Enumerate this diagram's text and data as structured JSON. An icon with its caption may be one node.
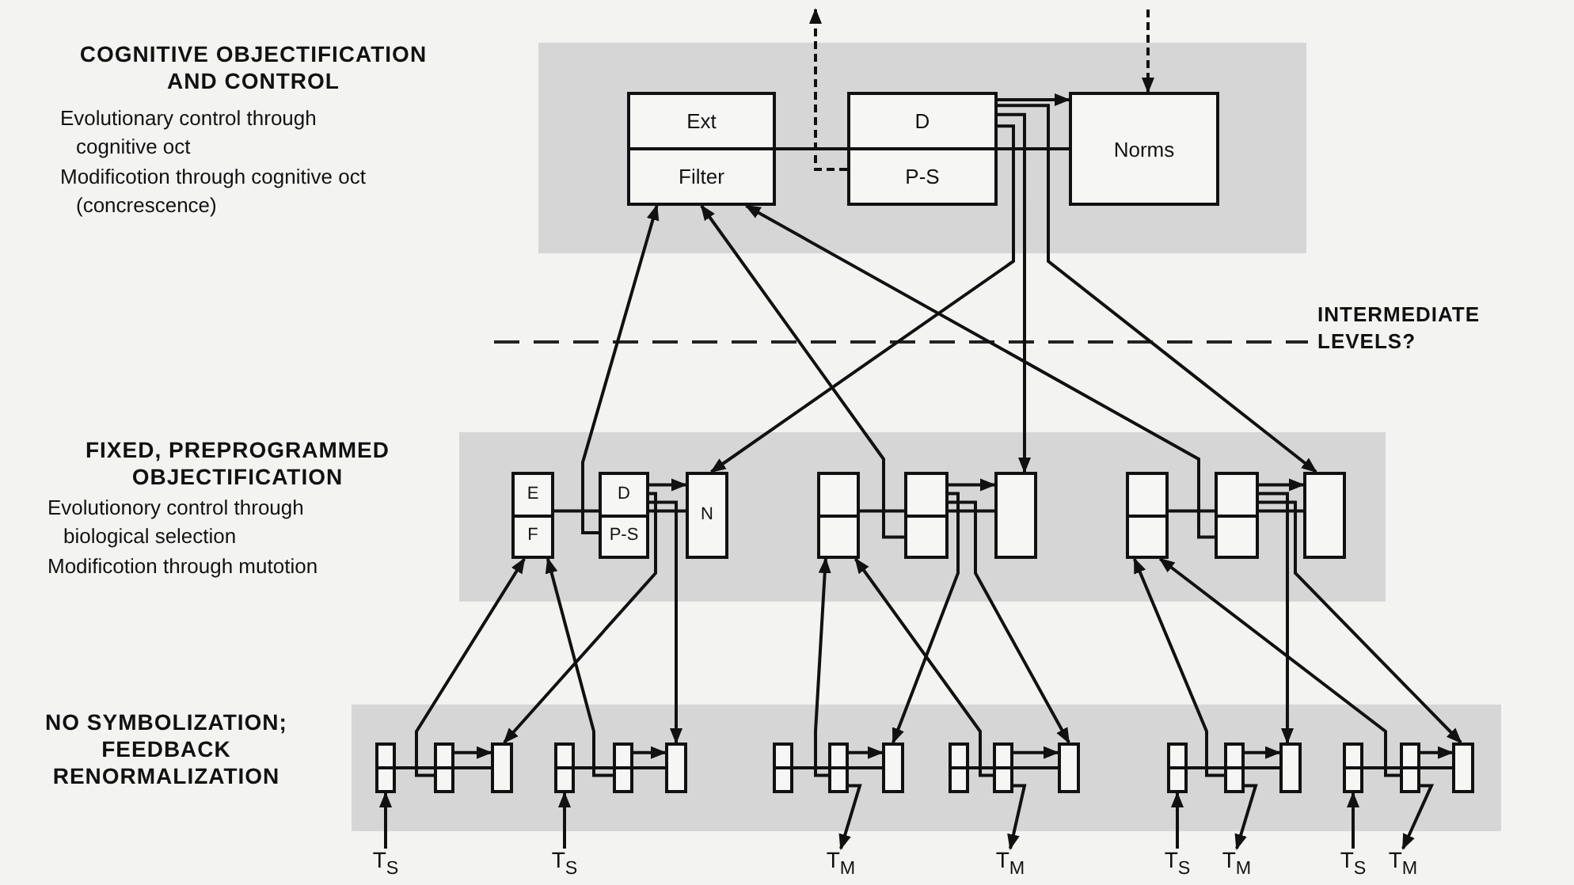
{
  "diagram": {
    "nodes": [
      {
        "text": [],
        "shape": "band",
        "beside": [
          "COGNITIVE OBJECTIFICATION AND CONTROL",
          "Evolutionary control through cognitive oct",
          "Modificotion through cognitive oct (concrescence)"
        ]
      },
      {
        "text": [
          "Ext",
          "Filter"
        ],
        "in": 0
      },
      {
        "text": [
          "D",
          "P-S"
        ],
        "in": 0
      },
      {
        "text": [
          "Norms"
        ],
        "in": 0
      },
      {
        "text": [],
        "shape": "band",
        "beside": [
          "FIXED, PREPROGRAMMED OBJECTIFICATION",
          "Evolutionory control through biological selection",
          "Modificotion through mutotion"
        ]
      },
      {
        "text": [
          "E",
          "F"
        ],
        "in": 4
      },
      {
        "text": [
          "D",
          "P-S"
        ],
        "in": 4
      },
      {
        "text": [
          "N"
        ],
        "in": 4
      },
      {
        "text": [],
        "shape": "box",
        "in": 4
      },
      {
        "text": [],
        "shape": "box",
        "in": 4
      },
      {
        "text": [],
        "shape": "box",
        "in": 4
      },
      {
        "text": [],
        "shape": "box",
        "in": 4
      },
      {
        "text": [],
        "shape": "box",
        "in": 4
      },
      {
        "text": [],
        "shape": "box",
        "in": 4
      },
      {
        "text": [],
        "shape": "band",
        "beside": [
          "NO SYMBOLIZATION; FEEDBACK RENORMALIZATION"
        ]
      },
      {
        "text": [],
        "shape": "box",
        "in": 14
      },
      {
        "text": [],
        "shape": "box",
        "in": 14
      },
      {
        "text": [],
        "shape": "box",
        "in": 14
      },
      {
        "text": [],
        "shape": "box",
        "in": 14
      },
      {
        "text": [],
        "shape": "box",
        "in": 14
      },
      {
        "text": [],
        "shape": "box",
        "in": 14
      },
      {
        "text": [],
        "shape": "box",
        "in": 14
      },
      {
        "text": [],
        "shape": "box",
        "in": 14
      },
      {
        "text": [],
        "shape": "box",
        "in": 14
      },
      {
        "text": [],
        "shape": "box",
        "in": 14
      },
      {
        "text": [],
        "shape": "box",
        "in": 14
      },
      {
        "text": [],
        "shape": "box",
        "in": 14
      },
      {
        "text": [],
        "shape": "box",
        "in": 14
      },
      {
        "text": [],
        "shape": "box",
        "in": 14
      },
      {
        "text": [],
        "shape": "box",
        "in": 14
      },
      {
        "text": [],
        "shape": "box",
        "in": 14
      },
      {
        "text": [],
        "shape": "box",
        "in": 14
      },
      {
        "text": [],
        "shape": "box",
        "in": 14
      },
      {
        "text": [
          "T$_{S}$"
        ]
      },
      {
        "text": [
          "T$_{S}$"
        ]
      },
      {
        "text": [
          "T$_{M}$"
        ]
      },
      {
        "text": [
          "T$_{M}$"
        ]
      },
      {
        "text": [
          "T$_{S}$"
        ]
      },
      {
        "text": [
          "T$_{M}$"
        ]
      },
      {
        "text": [
          "T$_{S}$"
        ]
      },
      {
        "text": [
          "T$_{M}$"
        ]
      }
    ],
    "edges": [
      {
        "from": 1,
        "to": 2,
        "arrow": "none"
      },
      {
        "from": 2,
        "to": 3,
        "arrow": "none"
      },
      {
        "from": 2,
        "to": 3,
        "arrow": "to"
      },
      {
        "from": 2,
        "to": null,
        "arrow": "to",
        "style": "dashed"
      },
      {
        "from": null,
        "to": 3,
        "arrow": "to",
        "style": "dashed"
      },
      {
        "from": 6,
        "to": 1,
        "arrow": "to"
      },
      {
        "from": 9,
        "to": 1,
        "arrow": "to"
      },
      {
        "from": 12,
        "to": 1,
        "arrow": "to"
      },
      {
        "from": 2,
        "to": 7,
        "arrow": "to"
      },
      {
        "from": 2,
        "to": 10,
        "arrow": "to"
      },
      {
        "from": 2,
        "to": 13,
        "arrow": "to"
      },
      {
        "from": 5,
        "to": 6,
        "arrow": "none"
      },
      {
        "from": 6,
        "to": 7,
        "arrow": "to"
      },
      {
        "from": 6,
        "to": 7,
        "arrow": "none"
      },
      {
        "from": 8,
        "to": 9,
        "arrow": "none"
      },
      {
        "from": 9,
        "to": 10,
        "arrow": "to"
      },
      {
        "from": 9,
        "to": 10,
        "arrow": "none"
      },
      {
        "from": 11,
        "to": 12,
        "arrow": "none"
      },
      {
        "from": 12,
        "to": 13,
        "arrow": "to"
      },
      {
        "from": 12,
        "to": 13,
        "arrow": "none"
      },
      {
        "from": 16,
        "to": 5,
        "arrow": "to"
      },
      {
        "from": 19,
        "to": 5,
        "arrow": "to"
      },
      {
        "from": 6,
        "to": 17,
        "arrow": "to"
      },
      {
        "from": 6,
        "to": 20,
        "arrow": "to"
      },
      {
        "from": 22,
        "to": 8,
        "arrow": "to"
      },
      {
        "from": 25,
        "to": 8,
        "arrow": "to"
      },
      {
        "from": 9,
        "to": 23,
        "arrow": "to"
      },
      {
        "from": 9,
        "to": 26,
        "arrow": "to"
      },
      {
        "from": 28,
        "to": 11,
        "arrow": "to"
      },
      {
        "from": 31,
        "to": 11,
        "arrow": "to"
      },
      {
        "from": 12,
        "to": 29,
        "arrow": "to"
      },
      {
        "from": 12,
        "to": 32,
        "arrow": "to"
      },
      {
        "from": 15,
        "to": 16,
        "arrow": "none"
      },
      {
        "from": 16,
        "to": 17,
        "arrow": "to"
      },
      {
        "from": 16,
        "to": 17,
        "arrow": "none"
      },
      {
        "from": 18,
        "to": 19,
        "arrow": "none"
      },
      {
        "from": 19,
        "to": 20,
        "arrow": "to"
      },
      {
        "from": 19,
        "to": 20,
        "arrow": "none"
      },
      {
        "from": 21,
        "to": 22,
        "arrow": "none"
      },
      {
        "from": 22,
        "to": 23,
        "arrow": "to"
      },
      {
        "from": 22,
        "to": 23,
        "arrow": "none"
      },
      {
        "from": 24,
        "to": 25,
        "arrow": "none"
      },
      {
        "from": 25,
        "to": 26,
        "arrow": "to"
      },
      {
        "from": 25,
        "to": 26,
        "arrow": "none"
      },
      {
        "from": 27,
        "to": 28,
        "arrow": "none"
      },
      {
        "from": 28,
        "to": 29,
        "arrow": "to"
      },
      {
        "from": 28,
        "to": 29,
        "arrow": "none"
      },
      {
        "from": 30,
        "to": 31,
        "arrow": "none"
      },
      {
        "from": 31,
        "to": 32,
        "arrow": "to"
      },
      {
        "from": 31,
        "to": 32,
        "arrow": "none"
      },
      {
        "from": 33,
        "to": 15,
        "arrow": "to"
      },
      {
        "from": 34,
        "to": 18,
        "arrow": "to"
      },
      {
        "from": 22,
        "to": 35,
        "arrow": "to"
      },
      {
        "from": 25,
        "to": 36,
        "arrow": "to"
      },
      {
        "from": 37,
        "to": 27,
        "arrow": "to"
      },
      {
        "from": 28,
        "to": 38,
        "arrow": "to"
      },
      {
        "from": 39,
        "to": 30,
        "arrow": "to"
      },
      {
        "from": 31,
        "to": 40,
        "arrow": "to"
      }
    ],
    "labels": [
      "INTERMEDIATE LEVELS?"
    ]
  }
}
